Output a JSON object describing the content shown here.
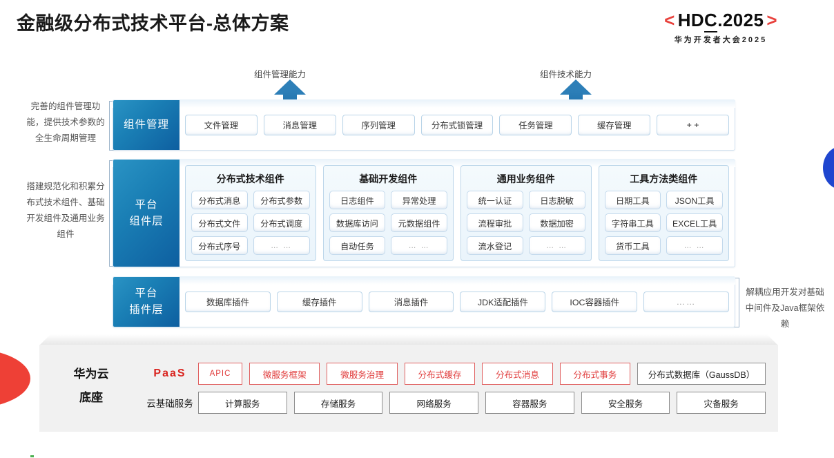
{
  "header": {
    "title": "金融级分布式技术平台-总体方案",
    "logo": {
      "open": "<",
      "text_a": "HD",
      "text_b": "C",
      "text_c": ".2025",
      "close": ">",
      "subtitle": "华为开发者大会2025",
      "accent": "#e8413c"
    }
  },
  "capabilities": [
    {
      "label": "组件管理能力"
    },
    {
      "label": "组件技术能力"
    }
  ],
  "side_notes": {
    "left_top": "完善的组件管理功能，提供技术参数的全生命周期管理",
    "left_bottom": "搭建规范化和积累分布式技术组件、基础开发组件及通用业务组件",
    "right": "解耦应用开发对基础中间件及Java框架依赖"
  },
  "rows": {
    "component_management": {
      "label": "组件管理",
      "items": [
        "文件管理",
        "消息管理",
        "序列管理",
        "分布式锁管理",
        "任务管理",
        "缓存管理",
        "+ +"
      ]
    },
    "platform_component_layer": {
      "label": "平台组件层",
      "groups": [
        {
          "title": "分布式技术组件",
          "cells": [
            "分布式消息",
            "分布式参数",
            "分布式文件",
            "分布式调度",
            "分布式序号",
            "… …"
          ]
        },
        {
          "title": "基础开发组件",
          "cells": [
            "日志组件",
            "异常处理",
            "数据库访问",
            "元数据组件",
            "自动任务",
            "… …"
          ]
        },
        {
          "title": "通用业务组件",
          "cells": [
            "统一认证",
            "日志脱敏",
            "流程审批",
            "数据加密",
            "流水登记",
            "… …"
          ]
        },
        {
          "title": "工具方法类组件",
          "cells": [
            "日期工具",
            "JSON工具",
            "字符串工具",
            "EXCEL工具",
            "货币工具",
            "… …"
          ]
        }
      ]
    },
    "platform_plugin_layer": {
      "label": "平台插件层",
      "items": [
        "数据库插件",
        "缓存插件",
        "消息插件",
        "JDK适配插件",
        "IOC容器插件",
        "……"
      ]
    }
  },
  "base": {
    "label": "华为云底座",
    "label_line1": "华为云",
    "label_line2": "底座",
    "paas": {
      "tag": "PaaS",
      "items": [
        {
          "text": "APIC",
          "style": "red"
        },
        {
          "text": "微服务框架",
          "style": "red"
        },
        {
          "text": "微服务治理",
          "style": "red"
        },
        {
          "text": "分布式缓存",
          "style": "red"
        },
        {
          "text": "分布式消息",
          "style": "red"
        },
        {
          "text": "分布式事务",
          "style": "red"
        },
        {
          "text": "分布式数据库（GaussDB）",
          "style": "gray"
        }
      ]
    },
    "cloud": {
      "tag": "云基础服务",
      "items": [
        {
          "text": "计算服务",
          "style": "gray"
        },
        {
          "text": "存储服务",
          "style": "gray"
        },
        {
          "text": "网络服务",
          "style": "gray"
        },
        {
          "text": "容器服务",
          "style": "gray"
        },
        {
          "text": "安全服务",
          "style": "gray"
        },
        {
          "text": "灾备服务",
          "style": "gray"
        }
      ]
    }
  },
  "colors": {
    "brand_red": "#d9241f",
    "layer_blue": "#1a7fb5",
    "arrow_blue": "#2d7fb8",
    "panel_gray": "#f1f1f1",
    "lens_blue": "#1f46cf"
  }
}
